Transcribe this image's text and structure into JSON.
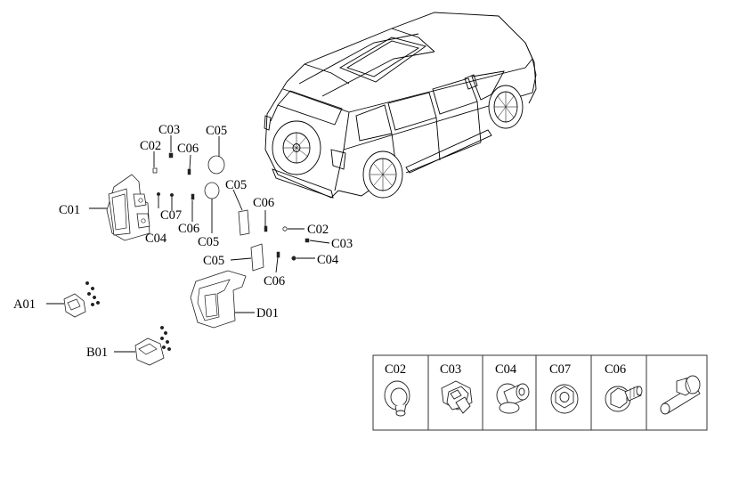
{
  "callouts": {
    "c01": "C01",
    "a01": "A01",
    "b01": "B01",
    "d01": "D01",
    "c02_left": "C02",
    "c03_left": "C03",
    "c06_left_top": "C06",
    "c05_left_top": "C05",
    "c07_left": "C07",
    "c04_left": "C04",
    "c06_left_mid": "C06",
    "c05_left_mid": "C05",
    "c05_right_top": "C05",
    "c06_right_top": "C06",
    "c02_right": "C02",
    "c03_right": "C03",
    "c04_right": "C04",
    "c05_right_low": "C05",
    "c06_right_low": "C06"
  },
  "fastener_legend": {
    "columns": [
      "C02",
      "C03",
      "C04",
      "C07",
      "C06",
      ""
    ],
    "icons": [
      "rivet-icon",
      "clip-icon",
      "grommet-icon",
      "nut-icon",
      "flange-bolt-icon",
      "bolt-icon"
    ]
  }
}
